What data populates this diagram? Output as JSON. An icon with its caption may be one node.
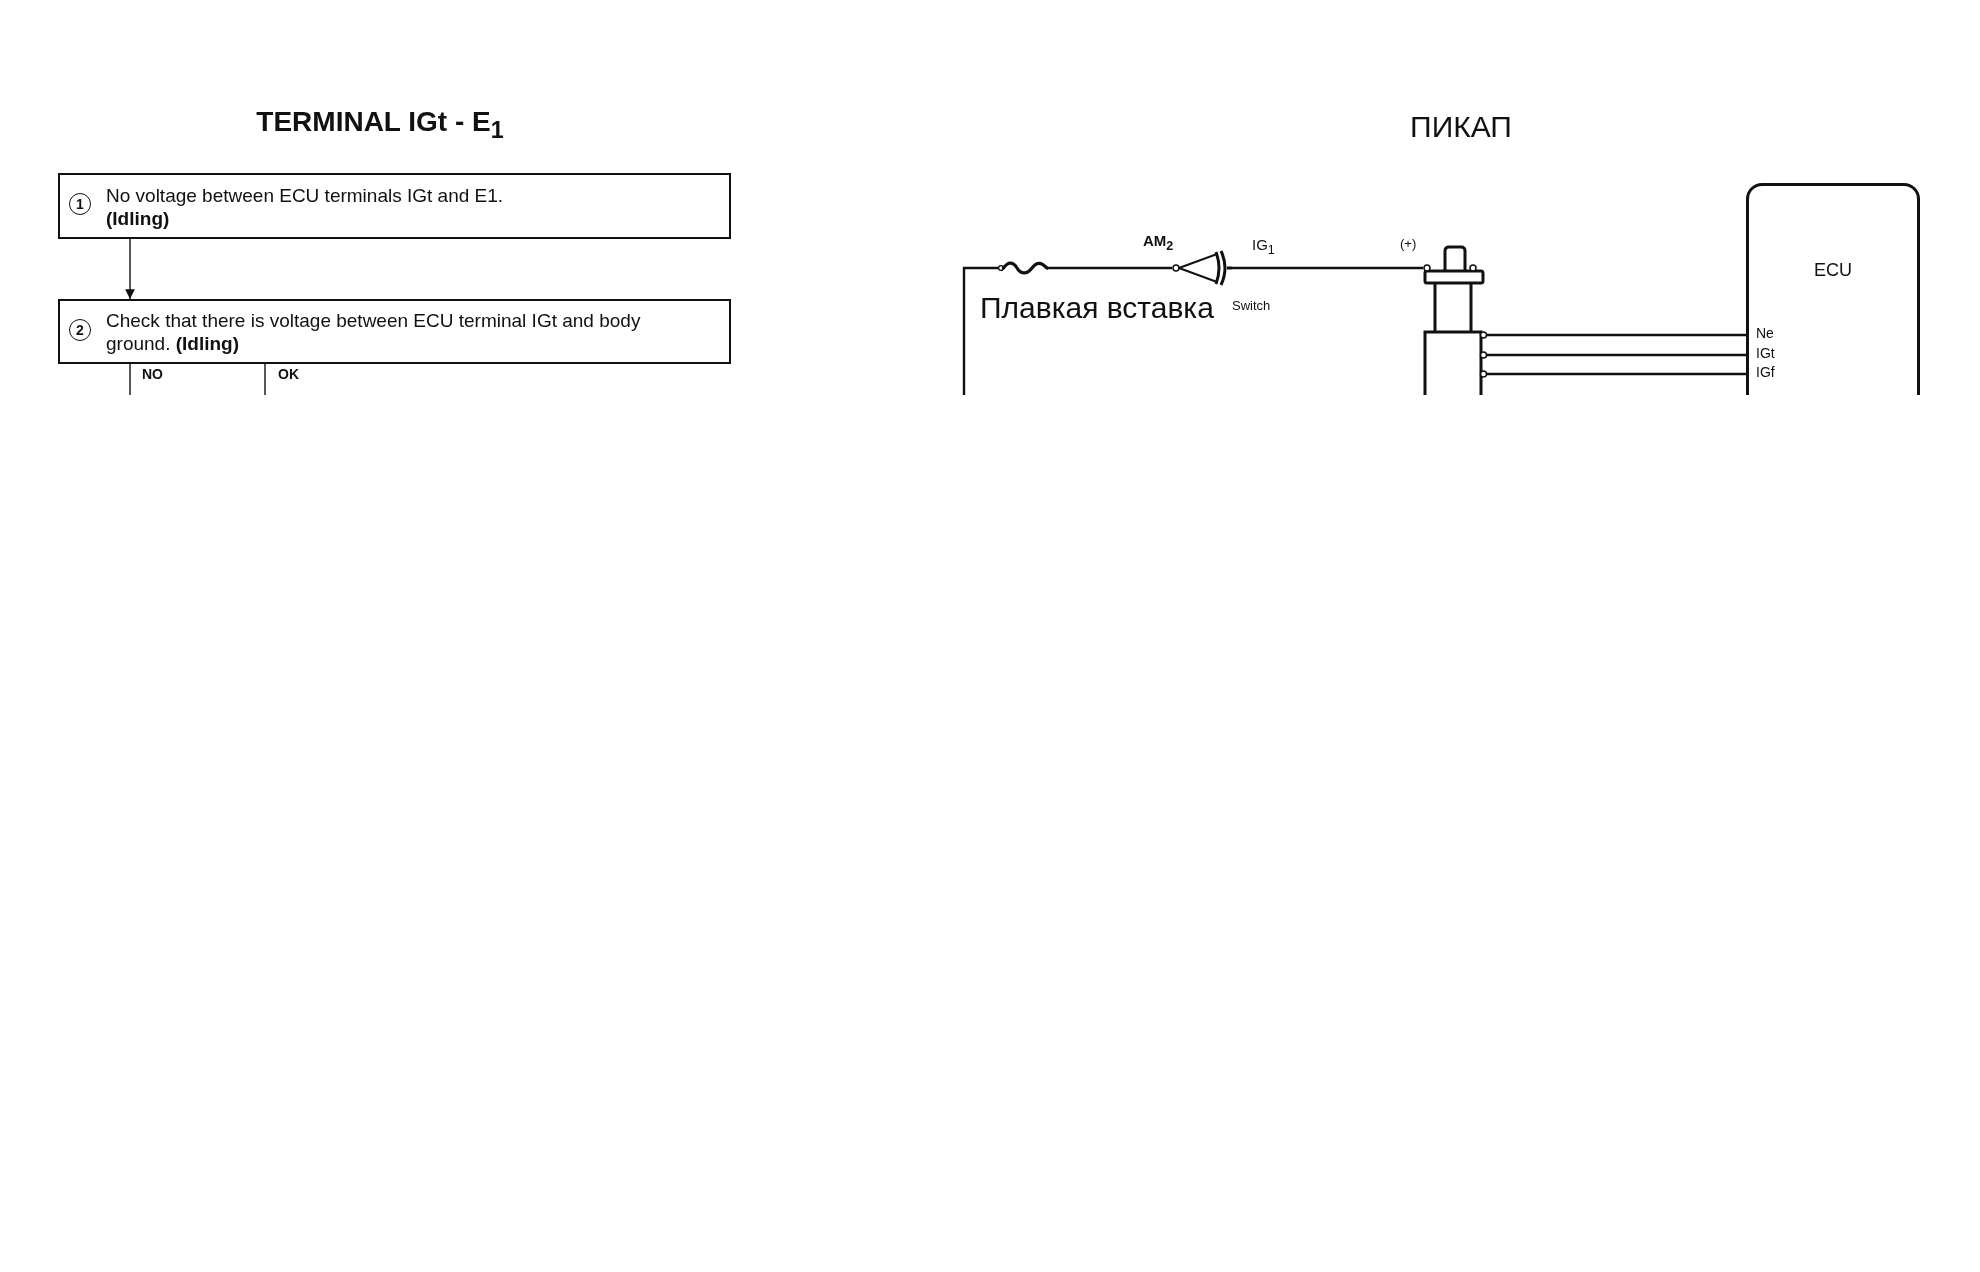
{
  "diagram": {
    "title": "TERMINAL IGt - E$_{1}$",
    "nodes": [
      {
        "text": [
          "1",
          "No voltage between ECU terminals IGt and E1. **(Idling)**"
        ]
      },
      {
        "text": [
          "2",
          "Check that there is voltage between ECU terminal IGt and body ground. **(Idling)**"
        ]
      },
      {
        "text": [],
        "shape": "picture",
        "beside": [
          "Плавкая вставка"
        ]
      },
      {
        "text": [],
        "shape": "picture",
        "beside": [
          "AM$_{2}$",
          "IG$_{1}$",
          "Switch"
        ]
      },
      {
        "text": [],
        "shape": "picture",
        "beside": [
          "(+)"
        ]
      },
      {
        "text": [
          "ECU"
        ]
      }
    ],
    "edges": [
      {
        "from": 0,
        "to": 1,
        "arrow": "to"
      },
      {
        "from": 1,
        "to": null,
        "arrow": "none",
        "label": "NO"
      },
      {
        "from": 1,
        "to": null,
        "arrow": "none",
        "label": "OK"
      },
      {
        "from": null,
        "to": 2,
        "arrow": "none"
      },
      {
        "from": 2,
        "to": 3,
        "arrow": "none"
      },
      {
        "from": 3,
        "to": 4,
        "arrow": "none"
      },
      {
        "from": 4,
        "to": 5,
        "arrow": "none"
      },
      {
        "from": 4,
        "to": 5,
        "arrow": "none"
      },
      {
        "from": 4,
        "to": 5,
        "arrow": "none"
      }
    ],
    "labels": [
      "ПИКАП",
      "Ne",
      "IGt",
      "IGf"
    ]
  }
}
